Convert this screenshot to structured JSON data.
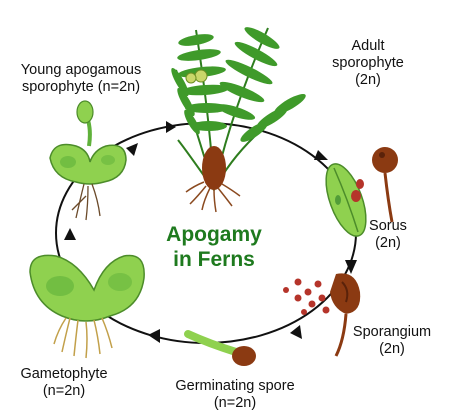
{
  "title": {
    "line1": "Apogamy",
    "line2": "in Ferns"
  },
  "stages": {
    "adult_sporophyte": {
      "line1": "Adult",
      "line2": "sporophyte",
      "line3": "(2n)"
    },
    "sorus": {
      "line1": "Sorus",
      "line2": "(2n)"
    },
    "sporangium": {
      "line1": "Sporangium",
      "line2": "(2n)"
    },
    "germinating_spore": {
      "line1": "Germinating spore",
      "line2": "(n=2n)"
    },
    "gametophyte": {
      "line1": "Gametophyte",
      "line2": "(n=2n)"
    },
    "young_apogamous_sporophyte": {
      "line1": "Young apogamous",
      "line2": "sporophyte (n=2n)"
    }
  },
  "colors": {
    "title": "#1e7a1e",
    "leaf_green": "#8fd14f",
    "frond_green": "#3f9a2a",
    "brown": "#8b3a12",
    "cycle_line": "#111111"
  }
}
